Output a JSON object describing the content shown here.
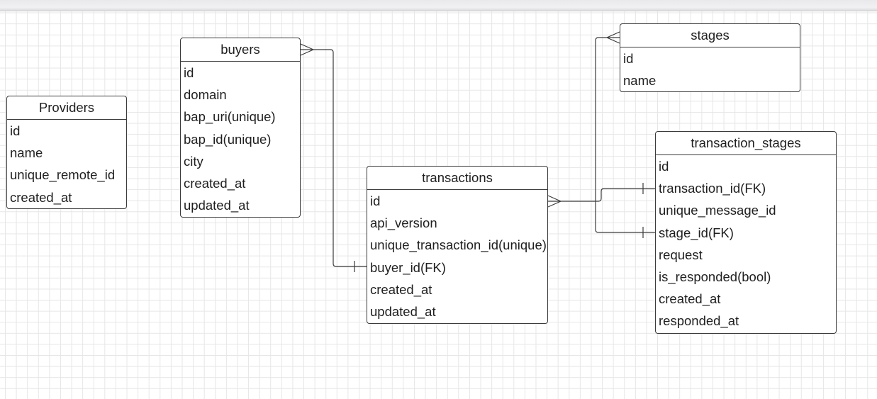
{
  "entities": {
    "providers": {
      "name": "Providers",
      "fields": [
        "id",
        "name",
        "unique_remote_id",
        "created_at"
      ]
    },
    "buyers": {
      "name": "buyers",
      "fields": [
        "id",
        "domain",
        "bap_uri(unique)",
        "bap_id(unique)",
        "city",
        "created_at",
        "updated_at"
      ]
    },
    "stages": {
      "name": "stages",
      "fields": [
        "id",
        "name"
      ]
    },
    "transactions": {
      "name": "transactions",
      "fields": [
        "id",
        "api_version",
        "unique_transaction_id(unique)",
        "buyer_id(FK)",
        "created_at",
        "updated_at"
      ]
    },
    "transaction_stages": {
      "name": "transaction_stages",
      "fields": [
        "id",
        "transaction_id(FK)",
        "unique_message_id",
        "stage_id(FK)",
        "request",
        "is_responded(bool)",
        "created_at",
        "responded_at"
      ]
    }
  },
  "relationships": [
    {
      "from": "buyers",
      "from_cardinality": "many",
      "to": "transactions.buyer_id(FK)",
      "to_cardinality": "one"
    },
    {
      "from": "transactions",
      "from_cardinality": "many",
      "to": "transaction_stages.transaction_id(FK)",
      "to_cardinality": "one"
    },
    {
      "from": "stages",
      "from_cardinality": "many",
      "to": "transaction_stages.stage_id(FK)",
      "to_cardinality": "one"
    }
  ],
  "colors": {
    "line": "#3a3a3a",
    "grid": "#e6e6e6",
    "background": "#ffffff"
  }
}
